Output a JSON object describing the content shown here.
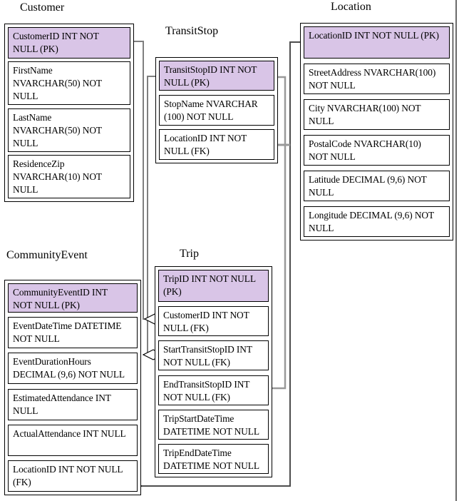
{
  "diagram_type": "entity-relationship",
  "colors": {
    "pk_header_bg": "#d9c5e7",
    "row_bg": "#ffffff",
    "table_border": "#000000",
    "connector_gray": "#808080",
    "connector_thick_gray": "#999999",
    "connector_dark": "#4d4d4d",
    "right_edge_line": "#6b6b6b"
  },
  "entities": [
    {
      "id": "customer",
      "title": "Customer",
      "attributes": [
        {
          "text": "CustomerID INT NOT\nNULL (PK)",
          "key": "PK"
        },
        {
          "text": "FirstName\nNVARCHAR(50) NOT\nNULL"
        },
        {
          "text": "LastName\nNVARCHAR(50) NOT\nNULL"
        },
        {
          "text": "ResidenceZip\nNVARCHAR(10) NOT\nNULL"
        }
      ]
    },
    {
      "id": "transitstop",
      "title": "TransitStop",
      "attributes": [
        {
          "text": "TransitStopID INT NOT\nNULL (PK)",
          "key": "PK"
        },
        {
          "text": "StopName NVARCHAR\n(100) NOT NULL"
        },
        {
          "text": "LocationID INT NOT\nNULL (FK)",
          "key": "FK"
        }
      ]
    },
    {
      "id": "location",
      "title": "Location",
      "attributes": [
        {
          "text": "LocationID INT NOT NULL (PK)",
          "key": "PK"
        },
        {
          "text": "StreetAddress NVARCHAR(100)\nNOT NULL"
        },
        {
          "text": "City NVARCHAR(100) NOT\nNULL"
        },
        {
          "text": "PostalCode NVARCHAR(10)\nNOT NULL"
        },
        {
          "text": "Latitude DECIMAL (9,6) NOT\nNULL"
        },
        {
          "text": "Longitude DECIMAL (9,6) NOT\nNULL"
        }
      ]
    },
    {
      "id": "communityevent",
      "title": "CommunityEvent",
      "attributes": [
        {
          "text": "CommunityEventID INT\nNOT NULL (PK)",
          "key": "PK"
        },
        {
          "text": "EventDateTime DATETIME\nNOT NULL"
        },
        {
          "text": "EventDurationHours\nDECIMAL (9,6) NOT NULL"
        },
        {
          "text": "EstimatedAttendance INT\nNULL"
        },
        {
          "text": "ActualAttendance INT NULL"
        },
        {
          "text": "LocationID INT NOT NULL\n(FK)",
          "key": "FK"
        }
      ]
    },
    {
      "id": "trip",
      "title": "Trip",
      "attributes": [
        {
          "text": "TripID INT NOT NULL\n(PK)",
          "key": "PK"
        },
        {
          "text": "CustomerID INT NOT\nNULL (FK)",
          "key": "FK"
        },
        {
          "text": "StartTransitStopID INT\nNOT NULL (FK)",
          "key": "FK"
        },
        {
          "text": "EndTransitStopID INT\nNOT NULL (FK)",
          "key": "FK"
        },
        {
          "text": "TripStartDateTime\nDATETIME NOT NULL"
        },
        {
          "text": "TripEndDateTime\nDATETIME NOT NULL"
        }
      ]
    }
  ],
  "relationships": [
    {
      "from": "Trip.CustomerID (FK)",
      "to": "Customer.CustomerID (PK)"
    },
    {
      "from": "Trip.StartTransitStopID (FK)",
      "to": "TransitStop.TransitStopID (PK)"
    },
    {
      "from": "Trip.EndTransitStopID (FK)",
      "to": "TransitStop.TransitStopID (PK)"
    },
    {
      "from": "TransitStop.LocationID (FK)",
      "to": "Location.LocationID (PK)"
    },
    {
      "from": "CommunityEvent.LocationID (FK)",
      "to": "Location.LocationID (PK)"
    }
  ]
}
